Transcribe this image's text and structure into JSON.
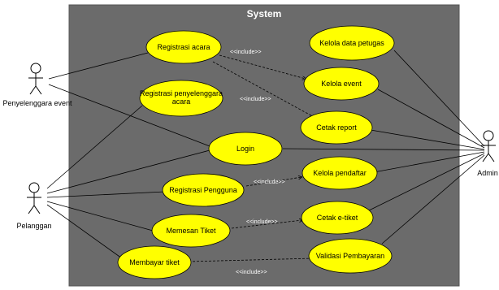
{
  "system": {
    "title": "System"
  },
  "actors": {
    "penyelenggara": "Penyelenggara event",
    "pelanggan": "Pelanggan",
    "admin": "Admin"
  },
  "usecases": {
    "registrasi_acara": "Registrasi acara",
    "registrasi_penyelenggara_1": "Registrasi penyelenggara",
    "registrasi_penyelenggara_2": "acara",
    "login": "Login",
    "registrasi_pengguna": "Registrasi Pengguna",
    "memesan_tiket": "Memesan Tiket",
    "membayar_tiket": "Membayar tiket",
    "kelola_data_petugas": "Kelola data petugas",
    "kelola_event": "Kelola event",
    "cetak_report": "Cetak report",
    "kelola_pendaftar": "Kelola pendaftar",
    "cetak_etiket": "Cetak e-tiket",
    "validasi_pembayaran": "Validasi Pembayaran"
  },
  "relations": {
    "include_1": "<<include>>",
    "include_2": "<<include>>",
    "include_3": "<<include>>",
    "include_4": "<<include>>",
    "include_5": "<<include>>"
  },
  "colors": {
    "system_bg": "#6b6b6b",
    "usecase_fill": "#ffff00",
    "line": "#000000"
  }
}
